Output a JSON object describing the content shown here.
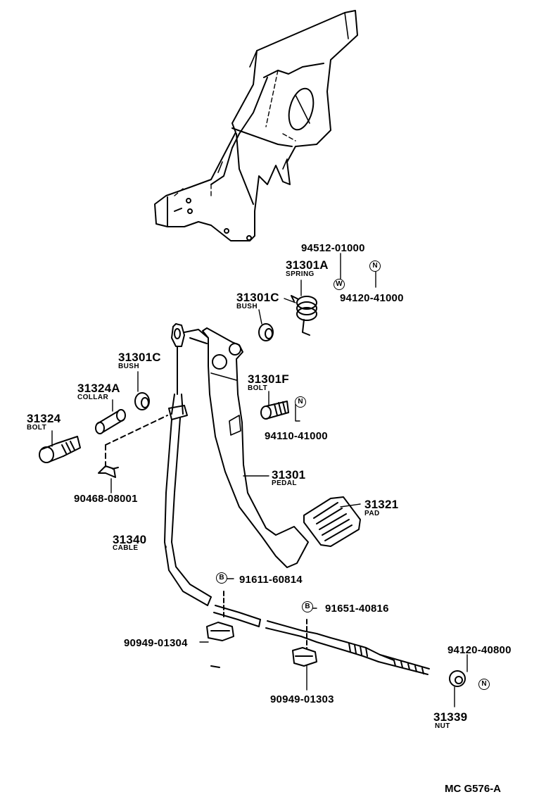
{
  "parts": [
    {
      "id": "p-94512",
      "number": "94512-01000",
      "name": ""
    },
    {
      "id": "p-31301A",
      "number": "31301A",
      "name": "SPRING"
    },
    {
      "id": "p-94120-41",
      "number": "94120-41000",
      "name": ""
    },
    {
      "id": "p-31301C-top",
      "number": "31301C",
      "name": "BUSH"
    },
    {
      "id": "p-31301C-left",
      "number": "31301C",
      "name": "BUSH"
    },
    {
      "id": "p-31324A",
      "number": "31324A",
      "name": "COLLAR"
    },
    {
      "id": "p-31324",
      "number": "31324",
      "name": "BOLT"
    },
    {
      "id": "p-31301F",
      "number": "31301F",
      "name": "BOLT"
    },
    {
      "id": "p-94110",
      "number": "94110-41000",
      "name": ""
    },
    {
      "id": "p-90468",
      "number": "90468-08001",
      "name": ""
    },
    {
      "id": "p-31301",
      "number": "31301",
      "name": "PEDAL"
    },
    {
      "id": "p-31321",
      "number": "31321",
      "name": "PAD"
    },
    {
      "id": "p-31340",
      "number": "31340",
      "name": "CABLE"
    },
    {
      "id": "p-91611",
      "number": "91611-60814",
      "name": ""
    },
    {
      "id": "p-91651",
      "number": "91651-40816",
      "name": ""
    },
    {
      "id": "p-90949-04",
      "number": "90949-01304",
      "name": ""
    },
    {
      "id": "p-90949-03",
      "number": "90949-01303",
      "name": ""
    },
    {
      "id": "p-94120-40",
      "number": "94120-40800",
      "name": ""
    },
    {
      "id": "p-31339",
      "number": "31339",
      "name": "NUT"
    }
  ],
  "symbols": {
    "w": "W",
    "n": "N",
    "b": "B"
  },
  "diagram_code": "MC G576-A"
}
